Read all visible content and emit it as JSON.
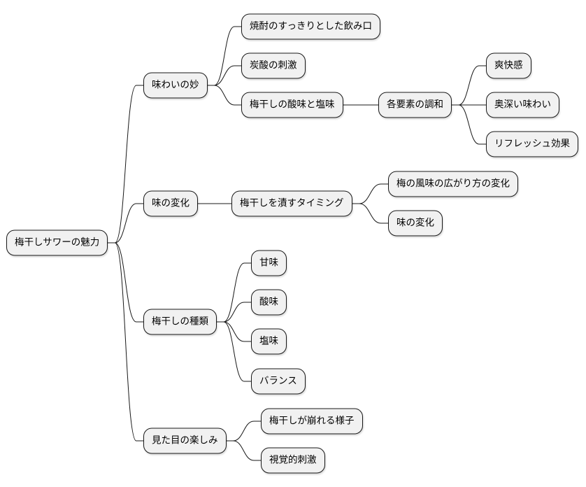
{
  "root": "梅干しサワーの魅力",
  "branches": [
    {
      "label": "味わいの妙",
      "children": [
        {
          "label": "焼酎のすっきりとした飲み口"
        },
        {
          "label": "炭酸の刺激"
        },
        {
          "label": "梅干しの酸味と塩味",
          "children": [
            {
              "label": "各要素の調和",
              "children": [
                {
                  "label": "爽快感"
                },
                {
                  "label": "奥深い味わい"
                },
                {
                  "label": "リフレッシュ効果"
                }
              ]
            }
          ]
        }
      ]
    },
    {
      "label": "味の変化",
      "children": [
        {
          "label": "梅干しを漬すタイミング",
          "children": [
            {
              "label": "梅の風味の広がり方の変化"
            },
            {
              "label": "味の変化"
            }
          ]
        }
      ]
    },
    {
      "label": "梅干しの種類",
      "children": [
        {
          "label": "甘味"
        },
        {
          "label": "酸味"
        },
        {
          "label": "塩味"
        },
        {
          "label": "バランス"
        }
      ]
    },
    {
      "label": "見た目の楽しみ",
      "children": [
        {
          "label": "梅干しが崩れる様子"
        },
        {
          "label": "視覚的刺激"
        }
      ]
    }
  ]
}
